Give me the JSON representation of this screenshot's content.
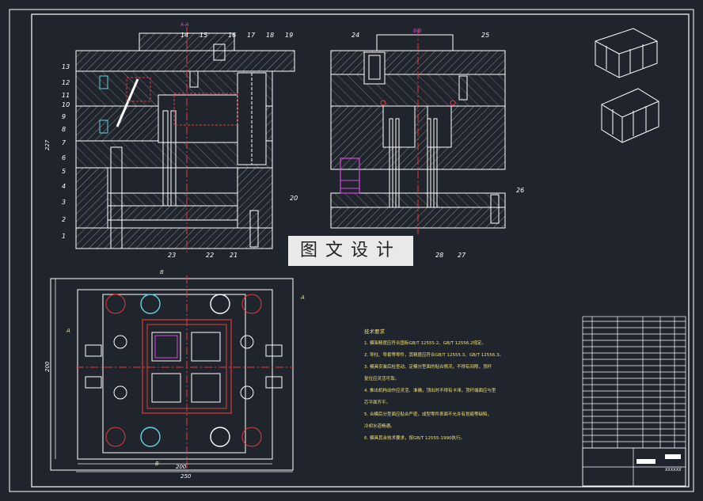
{
  "drawing": {
    "watermark": "图文设计",
    "section_labels": {
      "a_a": "A-A",
      "b_b": "B-B"
    },
    "part_numbers_left": [
      "13",
      "12",
      "11",
      "10",
      "9",
      "8",
      "7",
      "6",
      "5",
      "4",
      "3",
      "2",
      "1"
    ],
    "part_numbers_top": [
      "14",
      "15",
      "16",
      "17",
      "18",
      "19"
    ],
    "part_numbers_right_top": [
      "24",
      "25"
    ],
    "part_numbers_right_side": [
      "26"
    ],
    "part_numbers_bottom_left": [
      "23",
      "22",
      "21"
    ],
    "part_numbers_bottom_right": [
      "28",
      "27"
    ],
    "part_number_20": "20",
    "dim_height": "227",
    "dim_width_inner": "200",
    "dim_width_outer": "250",
    "dim_side": "200",
    "view_markers": {
      "a": "A",
      "b": "B"
    },
    "title_block_code": "XXXXXX",
    "colors": {
      "background": "#20242c",
      "outline": "#ffffff",
      "hatch": "#cfcfcf",
      "center_line": "#e23b3b",
      "notes_text": "#f0e07a",
      "highlight_magenta": "#d24bd8",
      "accent_cyan": "#5fd3e0",
      "dimension": "#e9e9e9"
    }
  },
  "notes": {
    "title": "技术要求",
    "lines": [
      "1. 模架精度应符合国标GB/T 12555.2、GB/T 12556.2规定。",
      "2. 导柱、导套等零件，其精度应符合GB/T 12555.3、GB/T 12556.3。",
      "3. 模具安装后检查动、定模分型面的贴合情况，不得有间隙，顶杆",
      "   复位应灵活可靠。",
      "4. 推出机构动作应灵活、准确，顶出时不得有卡滞，顶杆端面应与型",
      "   芯平面齐平。",
      "5. 合模后分型面应贴合严密，成型零件表面不允许有划痕等缺陷，",
      "   冷却水道畅通。",
      "6. 模具其余技术要求，按GB/T 12555-1990执行。"
    ]
  }
}
